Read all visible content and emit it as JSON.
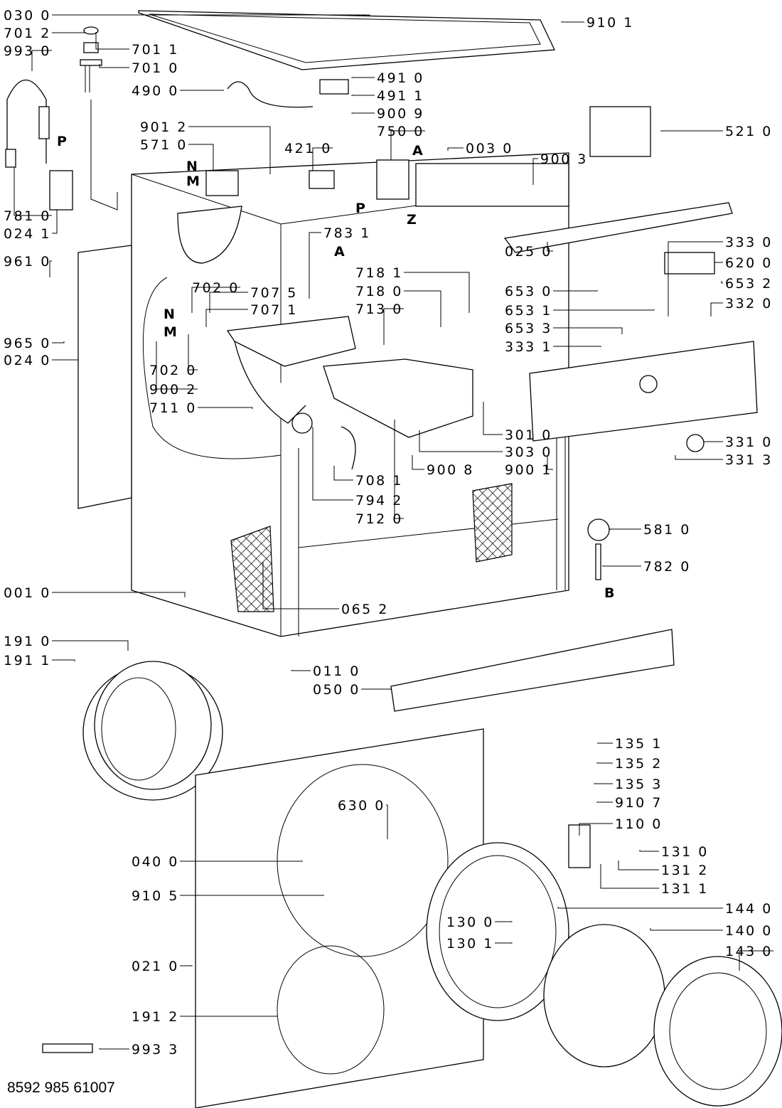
{
  "diagram": {
    "type": "exploded-parts-diagram",
    "document_number": "8592 985 61007",
    "part_labels": [
      "030 0",
      "701 2",
      "993 0",
      "701 1",
      "701 0",
      "490 0",
      "491 0",
      "491 1",
      "900 9",
      "750 0",
      "910 1",
      "521 0",
      "901 2",
      "571 0",
      "421 0",
      "003 0",
      "900 3",
      "781 0",
      "024 1",
      "783 1",
      "025 0",
      "333 0",
      "620 0",
      "653 2",
      "332 0",
      "961 0",
      "702 0",
      "707 5",
      "707 1",
      "718 1",
      "718 0",
      "713 0",
      "653 0",
      "653 1",
      "653 3",
      "333 1",
      "965 0",
      "024 0",
      "702 0",
      "900 2",
      "711 0",
      "301 0",
      "303 0",
      "900 1",
      "331 0",
      "331 3",
      "900 8",
      "708 1",
      "794 2",
      "712 0",
      "581 0",
      "782 0",
      "001 0",
      "065 2",
      "191 0",
      "191 1",
      "011 0",
      "050 0",
      "135 1",
      "135 2",
      "135 3",
      "910 7",
      "630 0",
      "110 0",
      "040 0",
      "131 0",
      "131 2",
      "131 1",
      "910 5",
      "130 0",
      "130 1",
      "144 0",
      "140 0",
      "143 0",
      "021 0",
      "191 2",
      "993 3"
    ],
    "letter_marks": [
      "N",
      "M",
      "P",
      "P",
      "Z",
      "A",
      "A",
      "N",
      "M",
      "B"
    ]
  }
}
